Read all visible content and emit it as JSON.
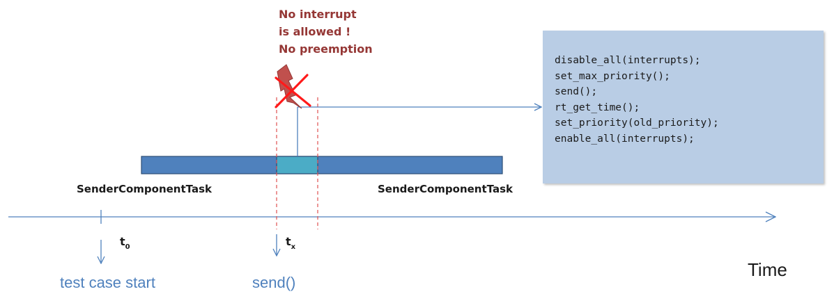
{
  "warning": {
    "lines": [
      "No interrupt",
      "is allowed !",
      "No preemption"
    ],
    "color": "#953735"
  },
  "code_box": {
    "lines": [
      "disable_all(interrupts);",
      "set_max_priority();",
      "send();",
      "rt_get_time();",
      "set_priority(old_priority);",
      "enable_all(interrupts);"
    ],
    "background": "#b9cde5"
  },
  "task_bar": {
    "left_label": "SenderComponentTask",
    "right_label": "SenderComponentTask",
    "color": "#4f81bd",
    "highlight_color": "#4bacc6"
  },
  "time_axis": {
    "label": "Time",
    "color": "#4f81bd"
  },
  "markers": [
    {
      "name": "t",
      "subscript": "0",
      "event": "test case start"
    },
    {
      "name": "t",
      "subscript": "x",
      "event": "send()"
    }
  ],
  "icons": {
    "interrupt": "lightning-bolt-icon",
    "blocked": "red-x-cross-icon"
  }
}
